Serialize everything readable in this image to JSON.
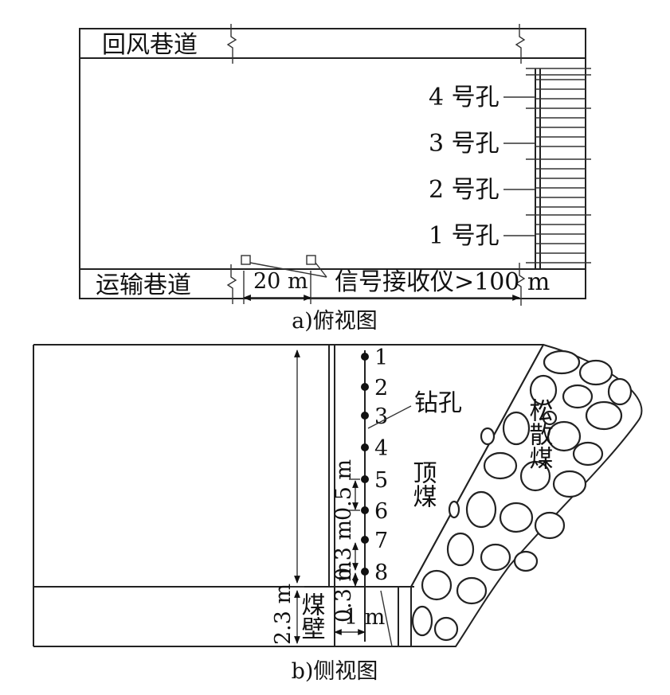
{
  "top_view": {
    "caption": "a)俯视图",
    "return_airway": "回风巷道",
    "haulage_airway": "运输巷道",
    "holes": [
      "4 号孔",
      "3 号孔",
      "2 号孔",
      "1 号孔"
    ],
    "dim_spacing": "20 m",
    "receiver_label": "信号接收仪>100 m"
  },
  "side_view": {
    "caption": "b)侧视图",
    "borehole_label": "钻孔",
    "top_coal_label": "顶煤",
    "loose_coal_label": "松散煤",
    "coal_wall_label": "煤壁",
    "points": [
      "1",
      "2",
      "3",
      "4",
      "5",
      "6",
      "7",
      "8"
    ],
    "dim_point_spacing": "0.5 m",
    "dim_lower_spacing": "0.3 m",
    "dim_bottom_gap": "0.3 m",
    "dim_wall_height": "2.3 m",
    "dim_wall_offset": "1 m"
  }
}
